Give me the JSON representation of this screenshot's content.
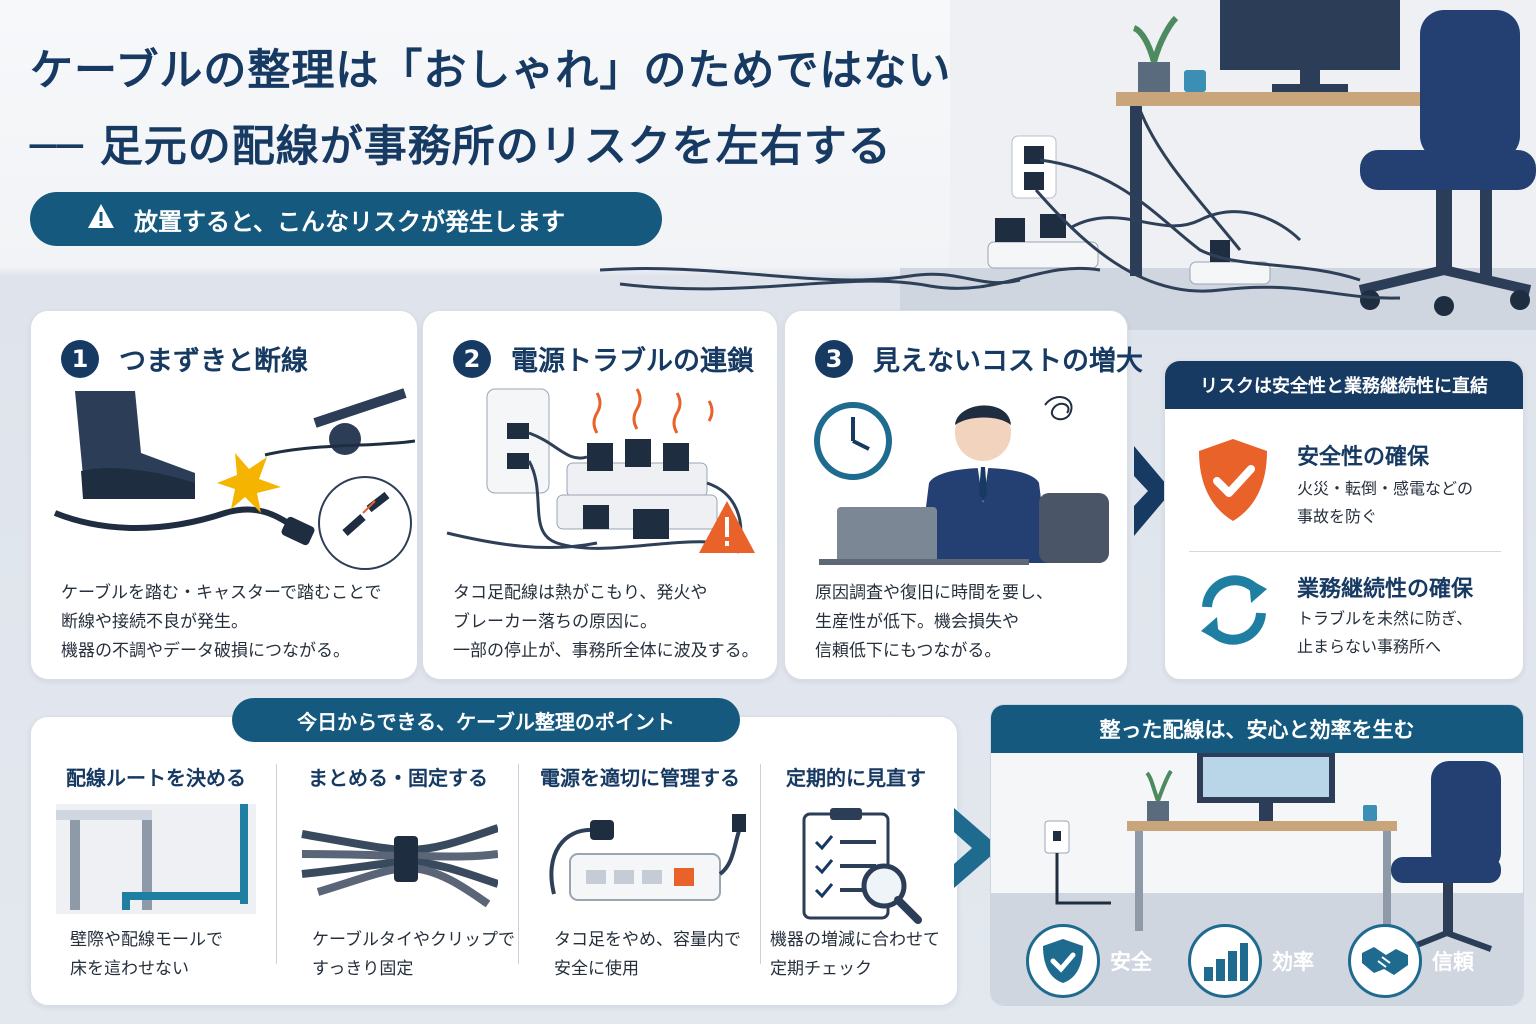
{
  "title": {
    "line1": "ケーブルの整理は「おしゃれ」のためではない",
    "line2": "── 足元の配線が事務所のリスクを左右する"
  },
  "risk_banner": {
    "icon": "warning-icon",
    "label": "放置すると、こんなリスクが発生します"
  },
  "cards": [
    {
      "number": "1",
      "title": "つまずきと断線",
      "lines": [
        "ケーブルを踏む・キャスターで踏むことで",
        "断線や接続不良が発生。",
        "機器の不調やデータ破損につながる。"
      ]
    },
    {
      "number": "2",
      "title": "電源トラブルの連鎖",
      "lines": [
        "タコ足配線は熱がこもり、発火や",
        "ブレーカー落ちの原因に。",
        "一部の停止が、事務所全体に波及する。"
      ]
    },
    {
      "number": "3",
      "title": "見えないコストの増大",
      "lines": [
        "原因調査や復旧に時間を要し、",
        "生産性が低下。機会損失や",
        "信頼低下にもつながる。"
      ]
    }
  ],
  "panel": {
    "header": "リスクは安全性と業務継続性に直結",
    "items": [
      {
        "icon": "shield-check-icon",
        "title": "安全性の確保",
        "lines": [
          "火災・転倒・感電などの",
          "事故を防ぐ"
        ]
      },
      {
        "icon": "cycle-icon",
        "title": "業務継続性の確保",
        "lines": [
          "トラブルを未然に防ぎ、",
          "止まらない事務所へ"
        ]
      }
    ]
  },
  "points": {
    "header": "今日からできる、ケーブル整理のポイント",
    "items": [
      {
        "title": "配線ルートを決める",
        "lines": [
          "壁際や配線モールで",
          "床を這わせない"
        ]
      },
      {
        "title": "まとめる・固定する",
        "lines": [
          "ケーブルタイやクリップで",
          "すっきり固定"
        ]
      },
      {
        "title": "電源を適切に管理する",
        "lines": [
          "タコ足をやめ、容量内で",
          "安全に使用"
        ]
      },
      {
        "title": "定期的に見直す",
        "lines": [
          "機器の増減に合わせて",
          "定期チェック"
        ]
      }
    ]
  },
  "result": {
    "header": "整った配線は、安心と効率を生む",
    "badges": [
      {
        "icon": "shield-check-icon",
        "label": "安全"
      },
      {
        "icon": "bar-chart-icon",
        "label": "効率"
      },
      {
        "icon": "handshake-icon",
        "label": "信頼"
      }
    ]
  },
  "colors": {
    "navy": "#173a63",
    "teal": "#155a7e",
    "accent_orange": "#e8622a",
    "accent_yellow": "#f5b400"
  }
}
